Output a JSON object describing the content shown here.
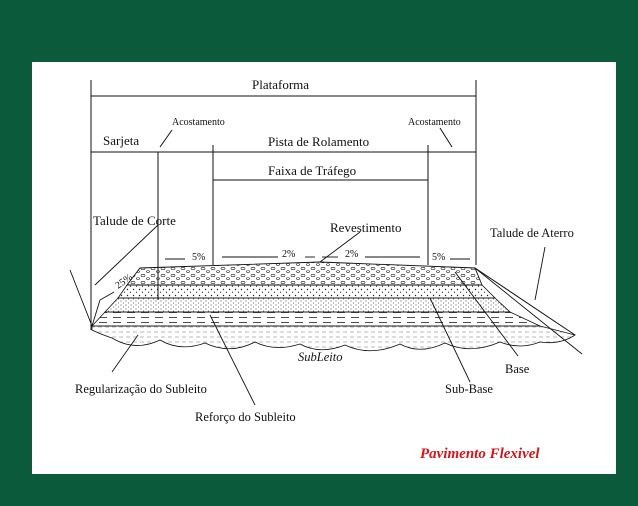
{
  "diagram": {
    "title": "Pavimento Flexivel",
    "labels": {
      "plataforma": "Plataforma",
      "acostamento_left": "Acostamento",
      "acostamento_right": "Acostamento",
      "sarjeta": "Sarjeta",
      "pista": "Pista de Rolamento",
      "faixa": "Faixa de Tráfego",
      "talude_corte": "Talude de Corte",
      "revestimento": "Revestimento",
      "talude_aterro": "Talude de Aterro",
      "slope_5_left": "5%",
      "slope_2_left": "2%",
      "slope_2_right": "2%",
      "slope_5_right": "5%",
      "slope_25": "25%",
      "subleito": "SubLeito",
      "base": "Base",
      "sub_base": "Sub-Base",
      "regularizacao": "Regularização do Subleito",
      "reforco": "Reforço do Subleito"
    },
    "colors": {
      "background": "#0b5a3b",
      "panel": "#ffffff",
      "title": "#d1161b",
      "lines": "#111111"
    }
  }
}
